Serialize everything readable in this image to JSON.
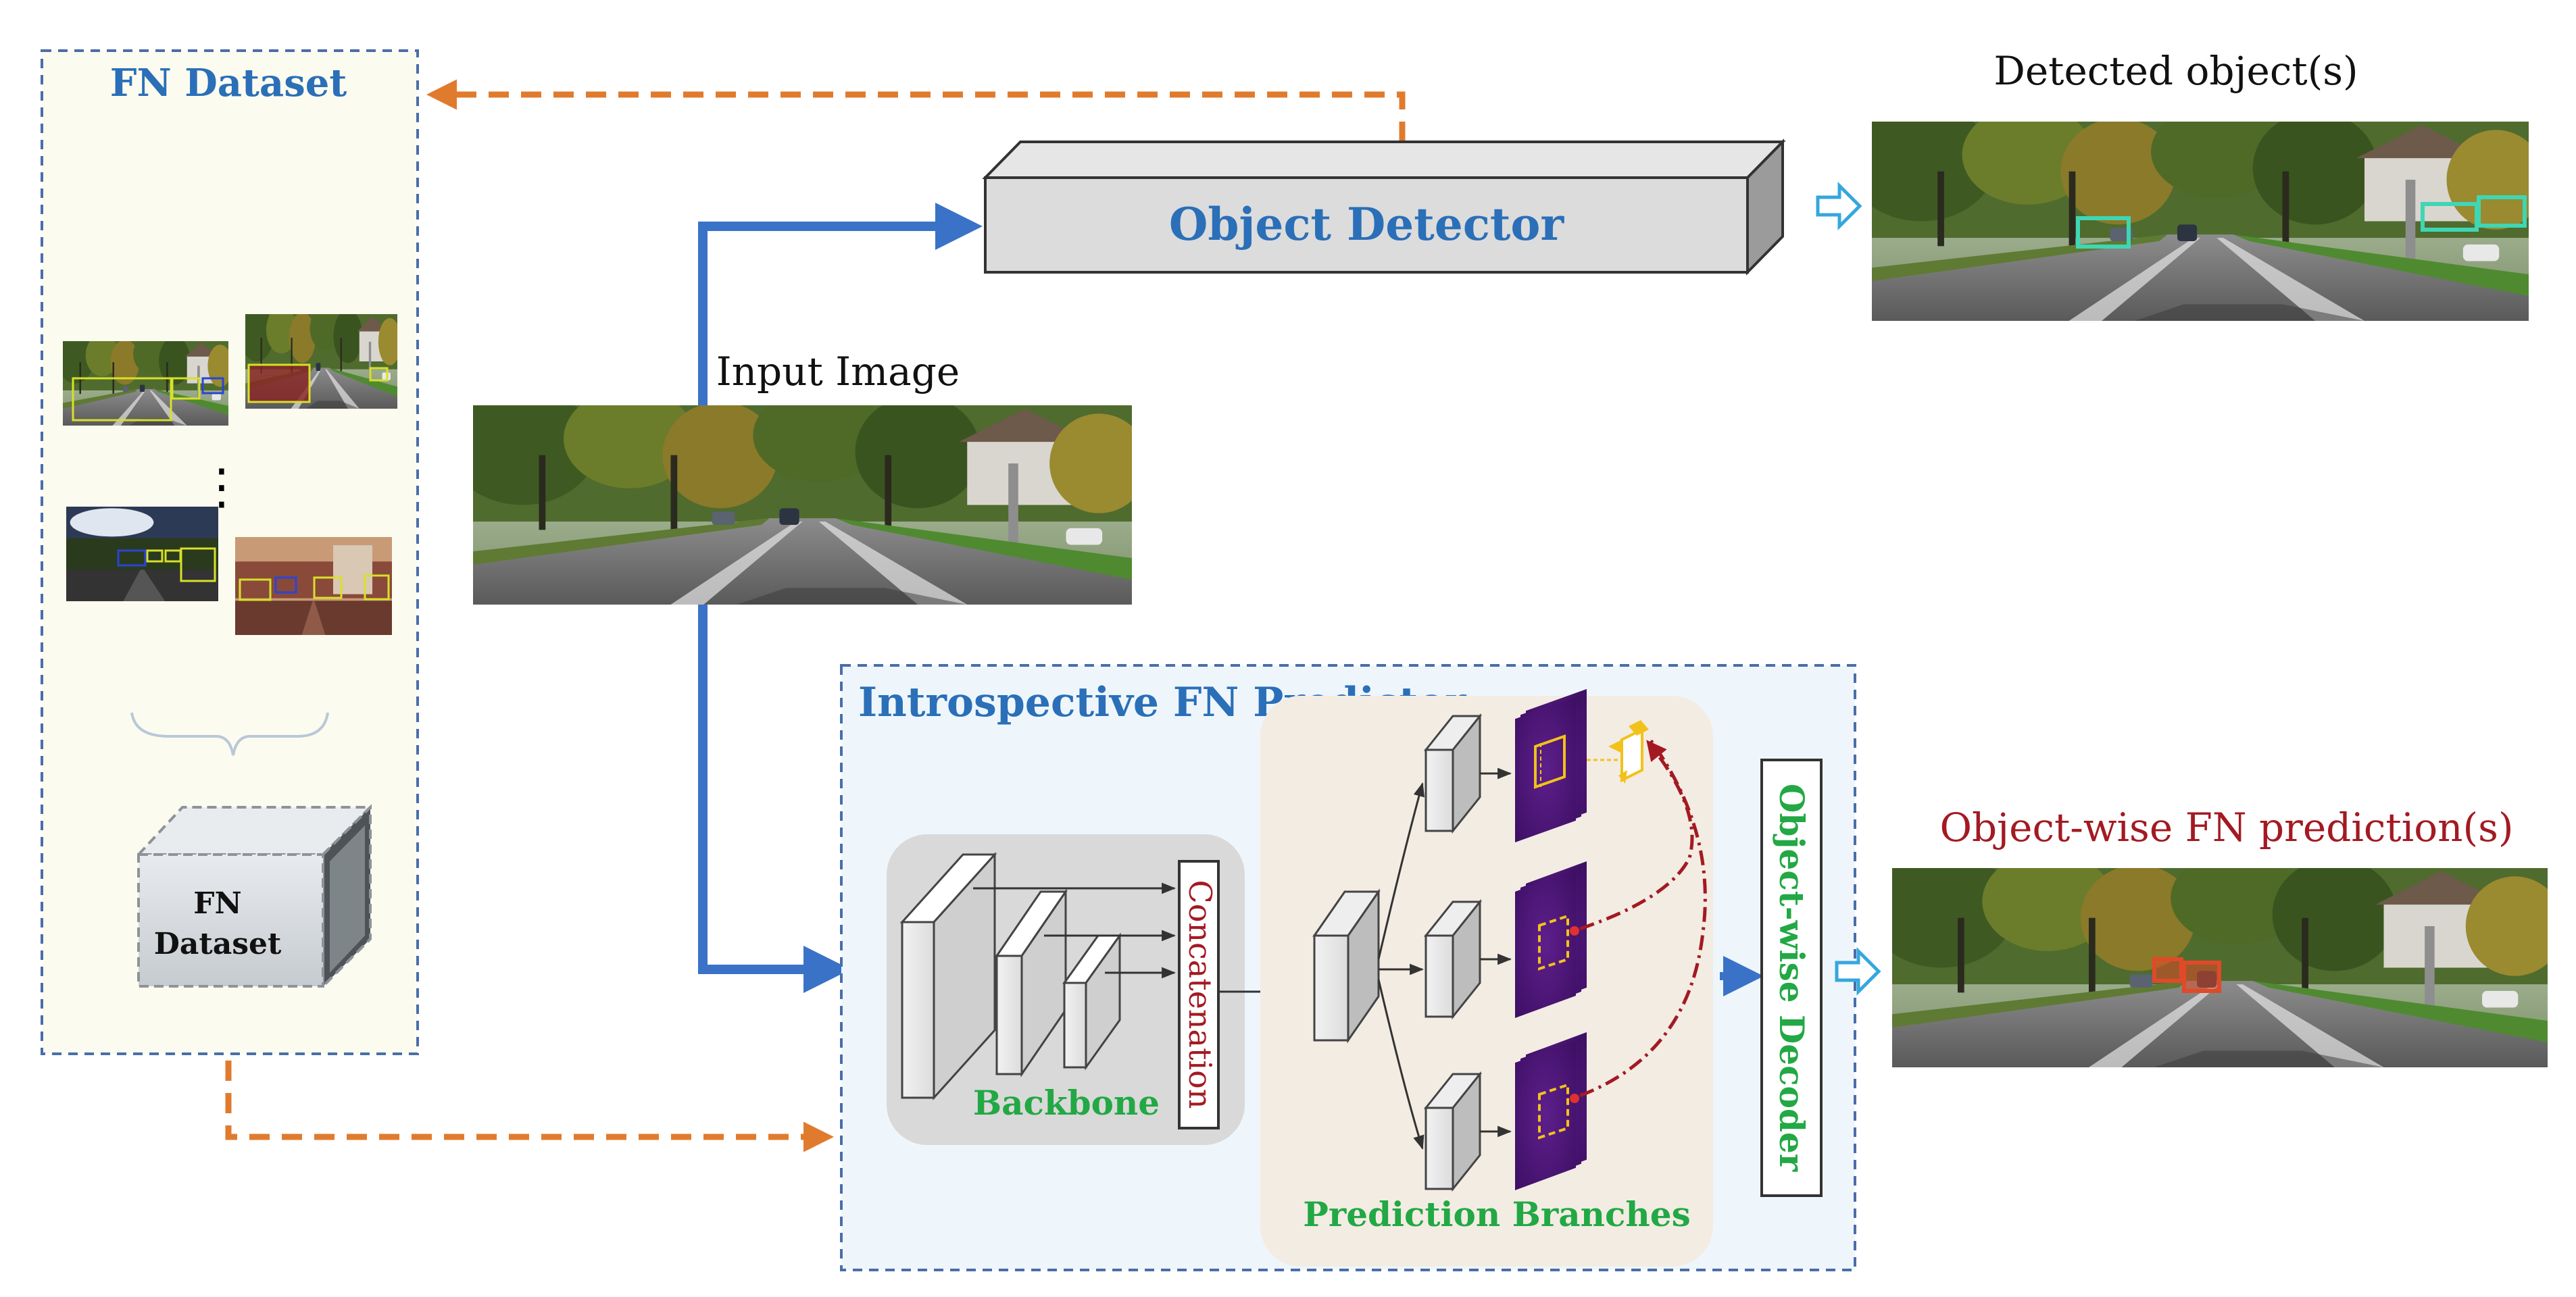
{
  "labels": {
    "fn_dataset_title": "FN Dataset",
    "fn_dataset_cube_line1": "FN",
    "fn_dataset_cube_line2": "Dataset",
    "object_detector": "Object Detector",
    "input_image": "Input Image",
    "detected_objects": "Detected object(s)",
    "introspective_fn_predictor": "Introspective FN Predictor",
    "concatenation": "Concatenation",
    "backbone": "Backbone",
    "prediction_branches": "Prediction Branches",
    "object_wise_decoder": "Object-wise Decoder",
    "object_wise_fn_predictions": "Object-wise FN prediction(s)",
    "ellipsis": "⋮"
  },
  "colors": {
    "title_blue": "#2a6fb8",
    "green": "#22a844",
    "dark_red": "#a31a22",
    "orange_dashed": "#e07b2e",
    "blue_arrow": "#3a72c8",
    "hollow_arrow": "#35a7de",
    "dashed_border": "#4a6ea8",
    "fn_panel_bg": "#fcfbef",
    "predictor_bg": "#eef6fb",
    "backbone_bg": "#d9d9d9",
    "branches_bg": "#f3ece3",
    "feature_map_purple": "#4c1378",
    "detection_box_teal": "#3fd6b4",
    "fn_box_red": "#e04a28",
    "anchor_yellow": "#f2c21a"
  },
  "icons": [
    "road-scene-image",
    "hollow-right-arrow",
    "dataset-cube",
    "curly-brace",
    "feature-map-stack",
    "anchor-box-icon"
  ]
}
